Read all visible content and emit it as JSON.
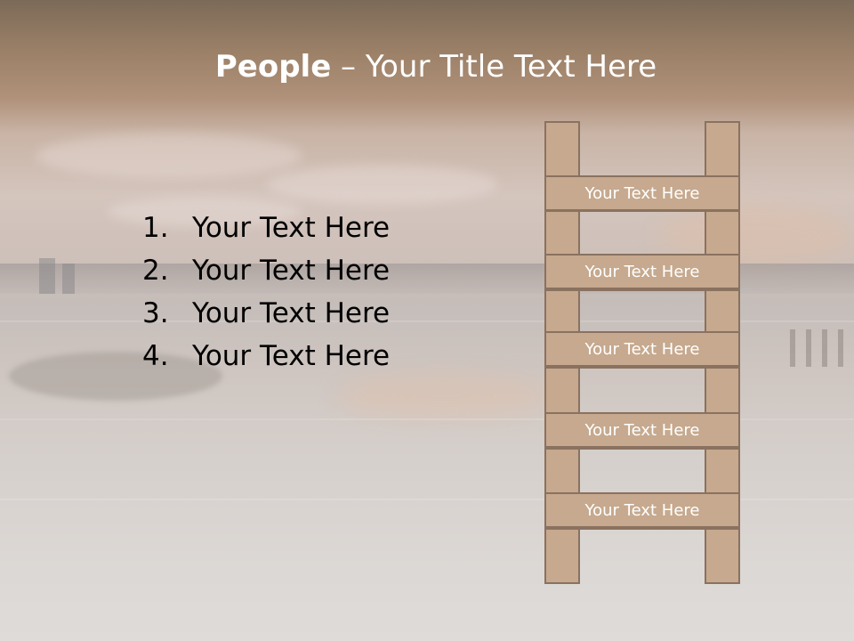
{
  "slide": {
    "title_bold": "People",
    "title_rest": " – Your Title Text Here",
    "list": [
      {
        "num": "1.",
        "text": "Your Text Here"
      },
      {
        "num": "2.",
        "text": "Your Text Here"
      },
      {
        "num": "3.",
        "text": "Your Text Here"
      },
      {
        "num": "4.",
        "text": "Your Text Here"
      }
    ],
    "ladder": {
      "rungs": [
        "Your Text Here",
        "Your Text Here",
        "Your Text Here",
        "Your Text Here",
        "Your Text Here"
      ],
      "color": "#c6a98e",
      "border_color": "#8a7260"
    }
  }
}
